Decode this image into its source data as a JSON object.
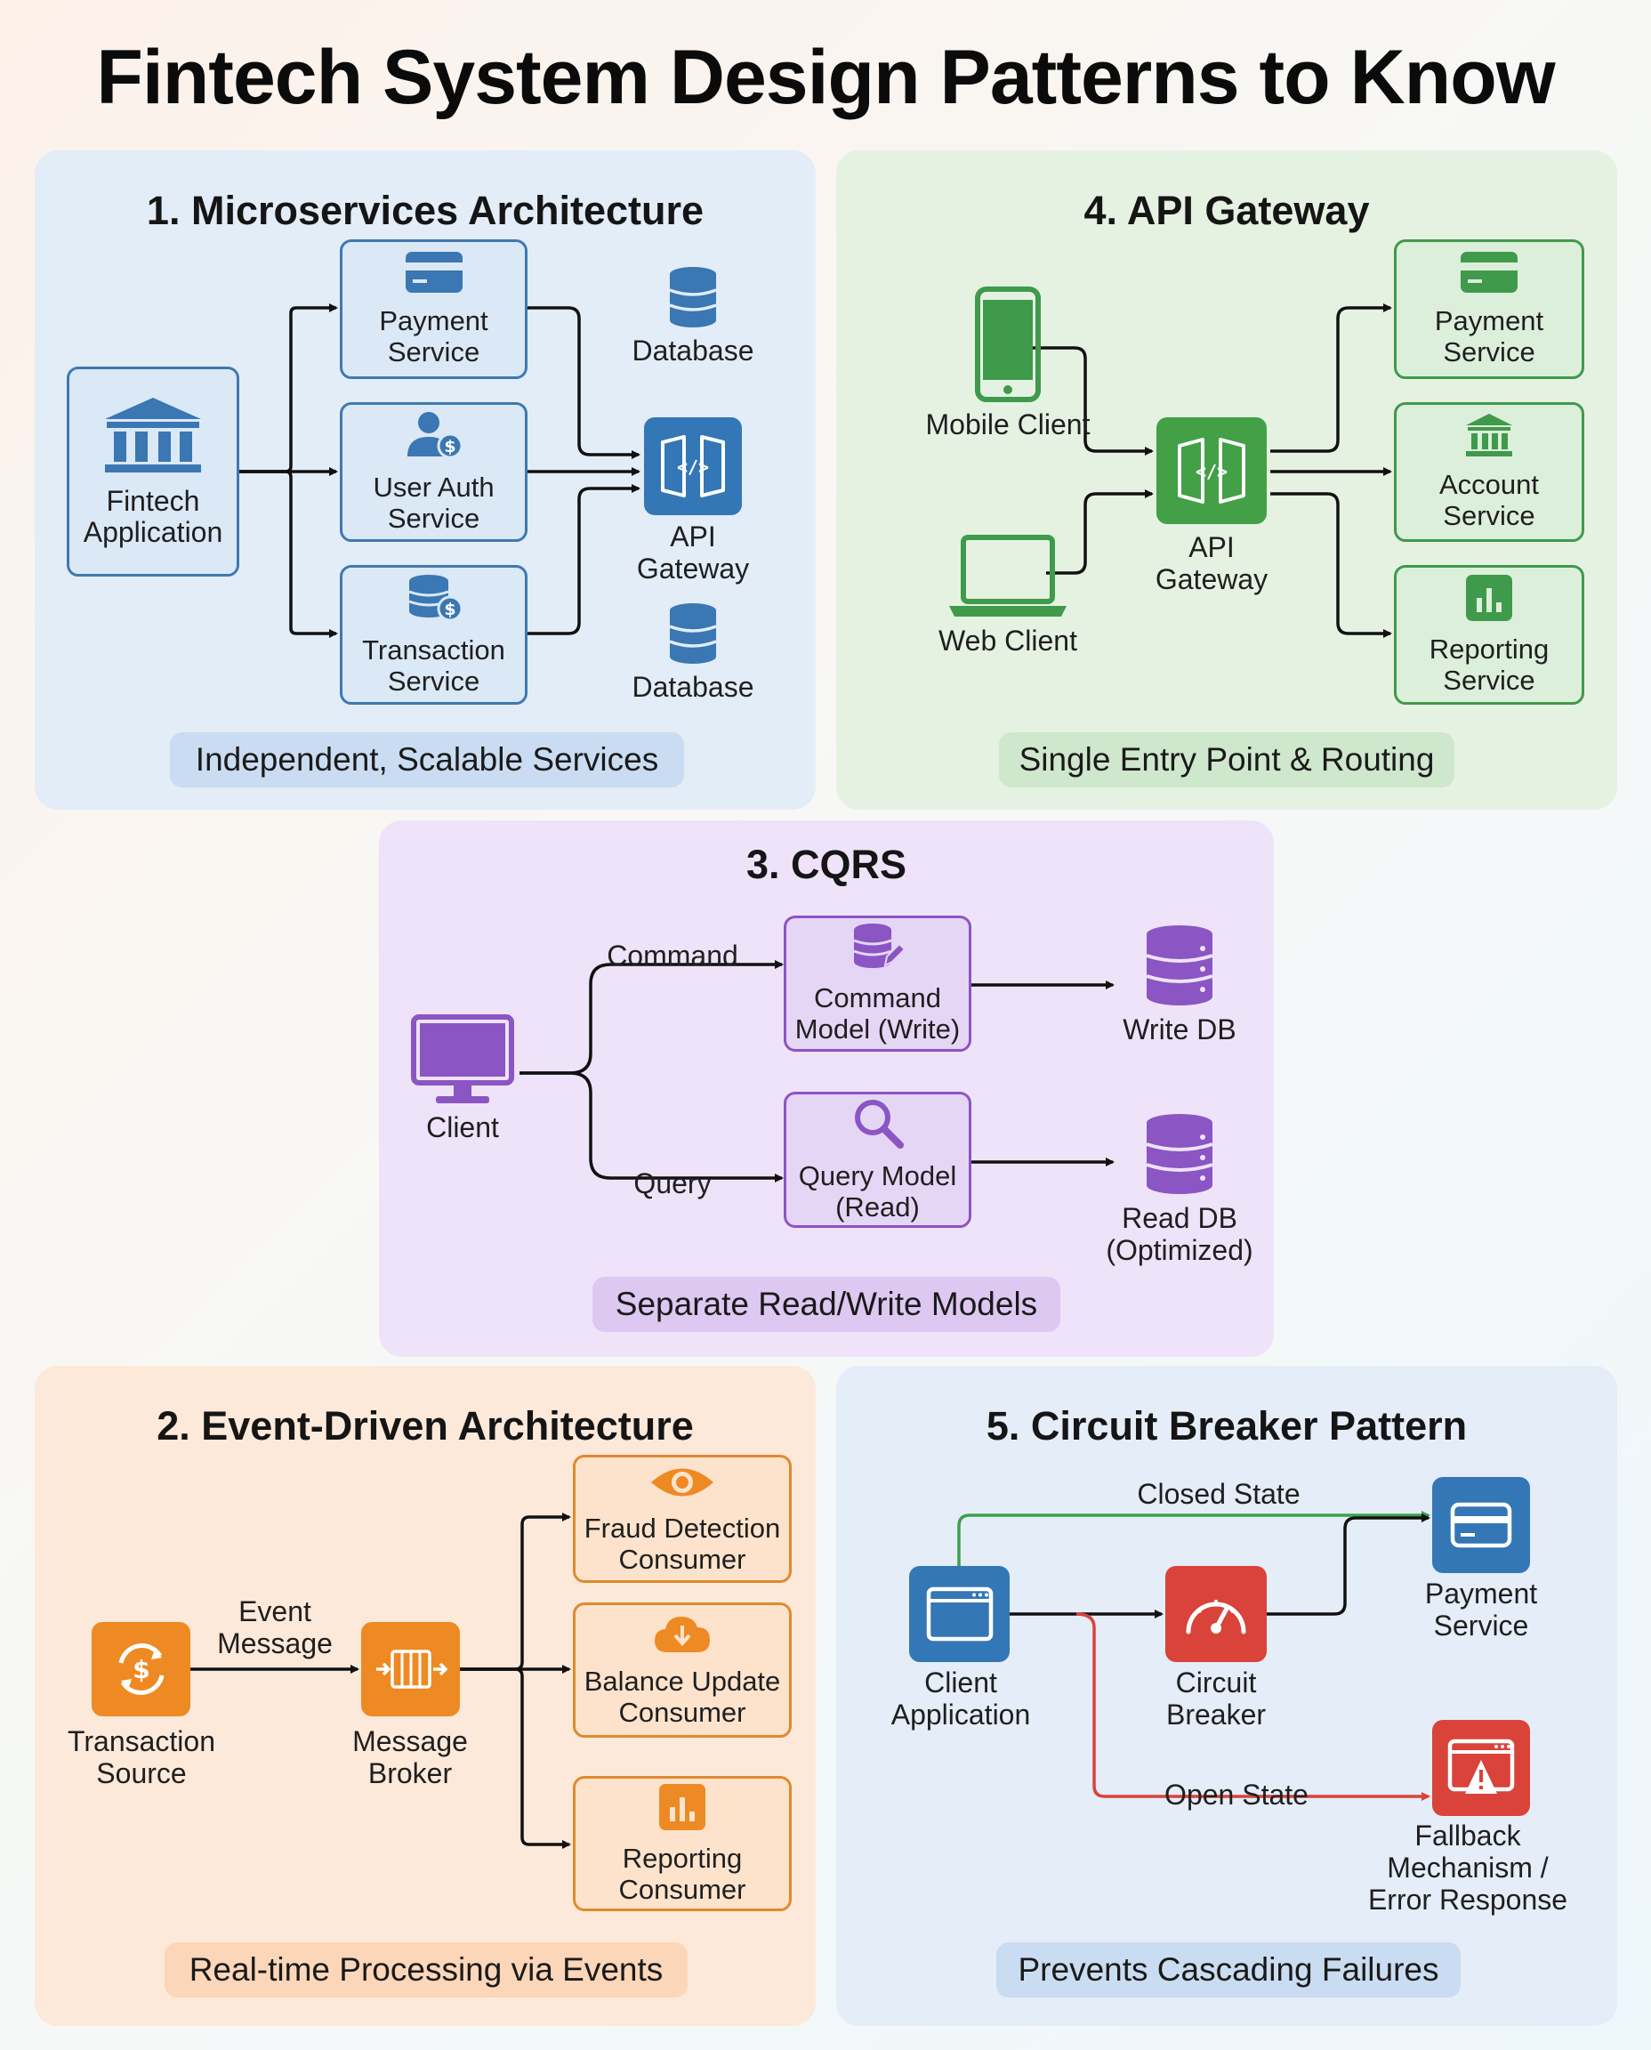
{
  "title": "Fintech System Design Patterns to Know",
  "colors": {
    "blue": "#3f79b0",
    "green": "#3f9a4c",
    "purple": "#8b55c4",
    "orange": "#e08a2d",
    "red": "#d9433a"
  },
  "microservices": {
    "title": "1. Microservices Architecture",
    "app": "Fintech\nApplication",
    "payment": "Payment\nService",
    "userauth": "User Auth\nService",
    "transaction": "Transaction\nService",
    "gateway": "API\nGateway",
    "db1": "Database",
    "db2": "Database",
    "caption": "Independent, Scalable Services"
  },
  "apigateway": {
    "title": "4. API Gateway",
    "mobile": "Mobile Client",
    "web": "Web Client",
    "gateway": "API\nGateway",
    "payment": "Payment\nService",
    "account": "Account\nService",
    "reporting": "Reporting\nService",
    "caption": "Single Entry Point & Routing"
  },
  "cqrs": {
    "title": "3. CQRS",
    "client": "Client",
    "command": "Command",
    "query": "Query",
    "command_model": "Command\nModel (Write)",
    "query_model": "Query Model\n(Read)",
    "write_db": "Write DB",
    "read_db": "Read DB\n(Optimized)",
    "caption": "Separate Read/Write Models"
  },
  "eventdriven": {
    "title": "2. Event-Driven Architecture",
    "source": "Transaction\nSource",
    "event_message": "Event\nMessage",
    "broker": "Message\nBroker",
    "fraud": "Fraud Detection\nConsumer",
    "balance": "Balance Update\nConsumer",
    "reporting": "Reporting\nConsumer",
    "caption": "Real-time Processing via Events"
  },
  "circuitbreaker": {
    "title": "5. Circuit Breaker Pattern",
    "client": "Client\nApplication",
    "breaker": "Circuit\nBreaker",
    "payment": "Payment\nService",
    "fallback": "Fallback\nMechanism /\nError Response",
    "closed": "Closed State",
    "open": "Open State",
    "caption": "Prevents Cascading Failures"
  }
}
